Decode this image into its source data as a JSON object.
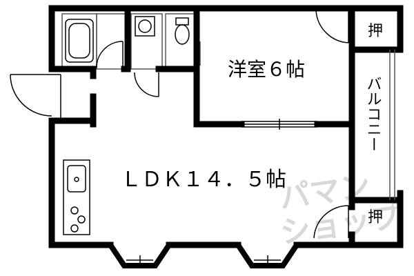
{
  "rooms": {
    "western_room": "洋室６帖",
    "ldk": "ＬＤＫ１４．５帖",
    "closet_top": "押",
    "closet_bottom": "押",
    "balcony": "バルコニー"
  },
  "watermark": {
    "line1": "パマン",
    "line2": "ショップ"
  },
  "colors": {
    "wall": "#000000",
    "thin_line": "#555555",
    "watermark": "#d8d8d8"
  },
  "icons": [
    "bathtub-icon",
    "washbasin-icon",
    "toilet-icon",
    "kitchen-sink-icon",
    "gas-stove-icon",
    "door-swing-icon",
    "window-icon"
  ]
}
